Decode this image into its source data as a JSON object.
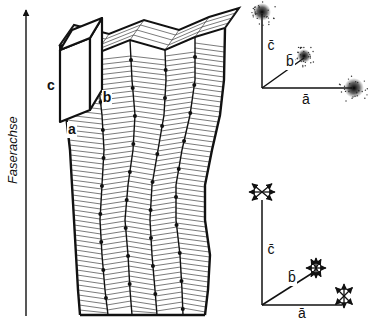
{
  "diagram": {
    "labels": [
      "Faserachse",
      "c",
      "b",
      "a",
      "c̄",
      "b̄",
      "ā",
      "c̄",
      "b̄",
      "ā"
    ]
  }
}
